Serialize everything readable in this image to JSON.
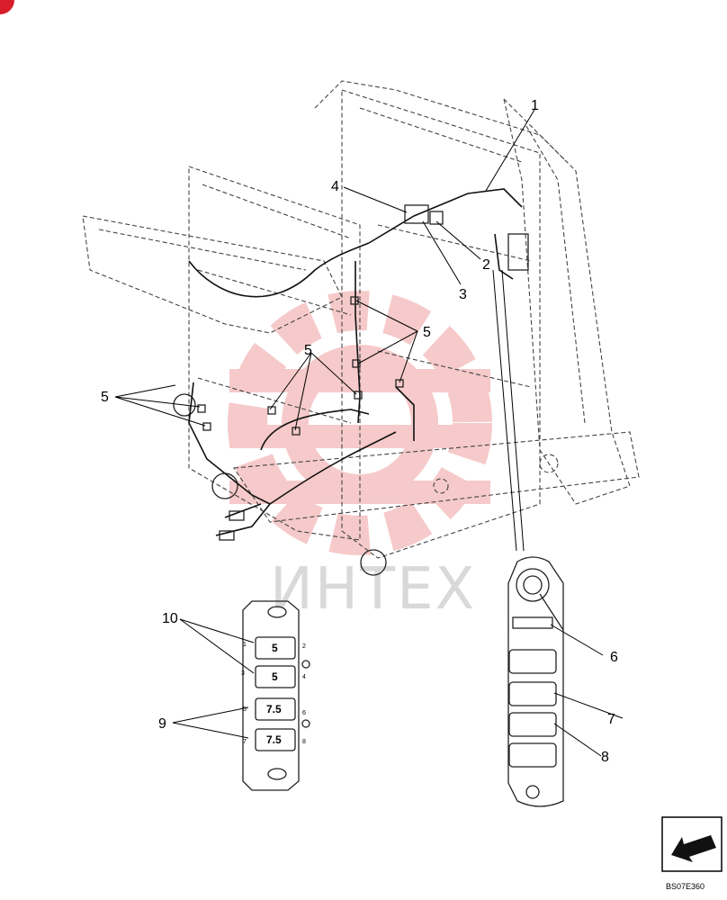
{
  "callouts": [
    {
      "id": "c1",
      "text": "1"
    },
    {
      "id": "c2",
      "text": "2"
    },
    {
      "id": "c3",
      "text": "3"
    },
    {
      "id": "c4",
      "text": "4"
    },
    {
      "id": "c5a",
      "text": "5"
    },
    {
      "id": "c5b",
      "text": "5"
    },
    {
      "id": "c5c",
      "text": "5"
    },
    {
      "id": "c6",
      "text": "6"
    },
    {
      "id": "c7",
      "text": "7"
    },
    {
      "id": "c8",
      "text": "8"
    },
    {
      "id": "c9",
      "text": "9"
    },
    {
      "id": "c10",
      "text": "10"
    }
  ],
  "fuse_box": {
    "fuses": [
      "5",
      "5",
      "7.5",
      "7.5"
    ],
    "pins": [
      "1",
      "2",
      "3",
      "4",
      "5",
      "6",
      "7",
      "8"
    ]
  },
  "watermark": "ИНТЕХ",
  "drawing_code": "BS07E360",
  "colors": {
    "line": "#222222",
    "watermark_red": "#f0a0a0",
    "watermark_gray": "#d9d9d9",
    "badge": "#d81e2a"
  }
}
